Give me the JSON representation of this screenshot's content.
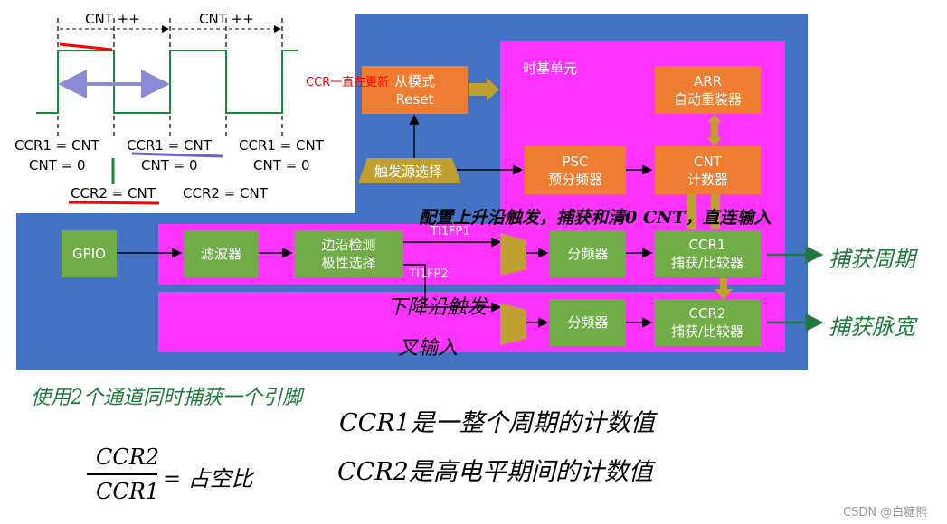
{
  "timing": {
    "cnt_label_1": "CNT ++",
    "cnt_label_2": "CNT ++",
    "ccr1_left": "CCR1 = CNT",
    "cnt0_left": "CNT = 0",
    "ccr1_mid": "CCR1 = CNT",
    "cnt0_mid": "CNT = 0",
    "ccr1_right": "CCR1 = CNT",
    "cnt0_right": "CNT = 0",
    "ccr2_left": "CCR2 = CNT",
    "ccr2_right": "CCR2 = CNT"
  },
  "blocks": {
    "slave_mode": [
      "从模式",
      "Reset"
    ],
    "timebase_title": "时基单元",
    "arr": [
      "ARR",
      "自动重装器"
    ],
    "psc": [
      "PSC",
      "预分频器"
    ],
    "cnt": [
      "CNT",
      "计数器"
    ],
    "trigger": "触发源选择",
    "gpio": "GPIO",
    "filter": "滤波器",
    "edge": [
      "边沿检测",
      "极性选择"
    ],
    "div1": "分频器",
    "div2": "分频器",
    "ccr1": [
      "CCR1",
      "捕获/比较器"
    ],
    "ccr2": [
      "CCR2",
      "捕获/比较器"
    ],
    "ti1fp1": "TI1FP1",
    "ti1fp2": "TI1FP2"
  },
  "annotations": {
    "ccr_note": "CCR一直在更新",
    "rising_note": "配置上升沿触发，捕获和清0 CNT，直连输入",
    "capture_period": "捕获周期",
    "capture_pulse": "捕获脉宽",
    "falling_note_1": "下降沿触发",
    "falling_note_2": "叉输入",
    "two_channels": "使用2个通道同时捕获一个引脚",
    "frac_num": "CCR2",
    "frac_den": "CCR1",
    "frac_eq": "= 占空比",
    "ccr1_desc": "CCR1是一整个周期的计数值",
    "ccr2_desc": "CCR2是高电平期间的计数值"
  },
  "watermark": "CSDN @白糖熊",
  "colors": {
    "blue_bg": "#4472c4",
    "magenta": "#ff33ff",
    "orange": "#ee7d31",
    "green": "#70ad47",
    "gold": "#bf9f30",
    "ink_green": "#1e7a3c",
    "red": "#ff0000"
  }
}
